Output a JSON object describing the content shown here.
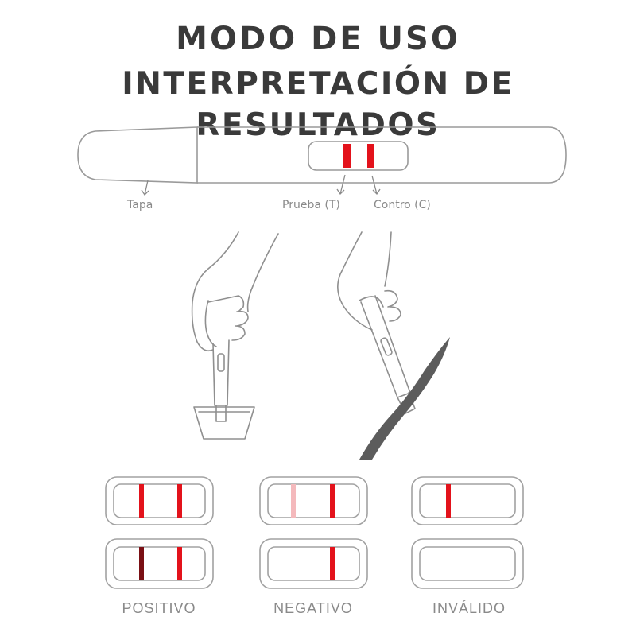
{
  "header": {
    "title_line1": "MODO DE USO",
    "title_line2": "INTERPRETACIÓN DE RESULTADOS"
  },
  "device": {
    "labels": {
      "cap": "Tapa",
      "test": "Prueba (T)",
      "control": "Contro (C)"
    }
  },
  "results": {
    "positive": "POSITIVO",
    "negative": "NEGATIVO",
    "invalid": "INVÁLIDO"
  },
  "colors": {
    "line_red": "#e3121b",
    "line_faint": "#f4b9bc",
    "line_dark": "#7a0f14",
    "outline": "#9a9a9a",
    "text": "#3a3a3a",
    "paper": "#5c5c5c"
  }
}
